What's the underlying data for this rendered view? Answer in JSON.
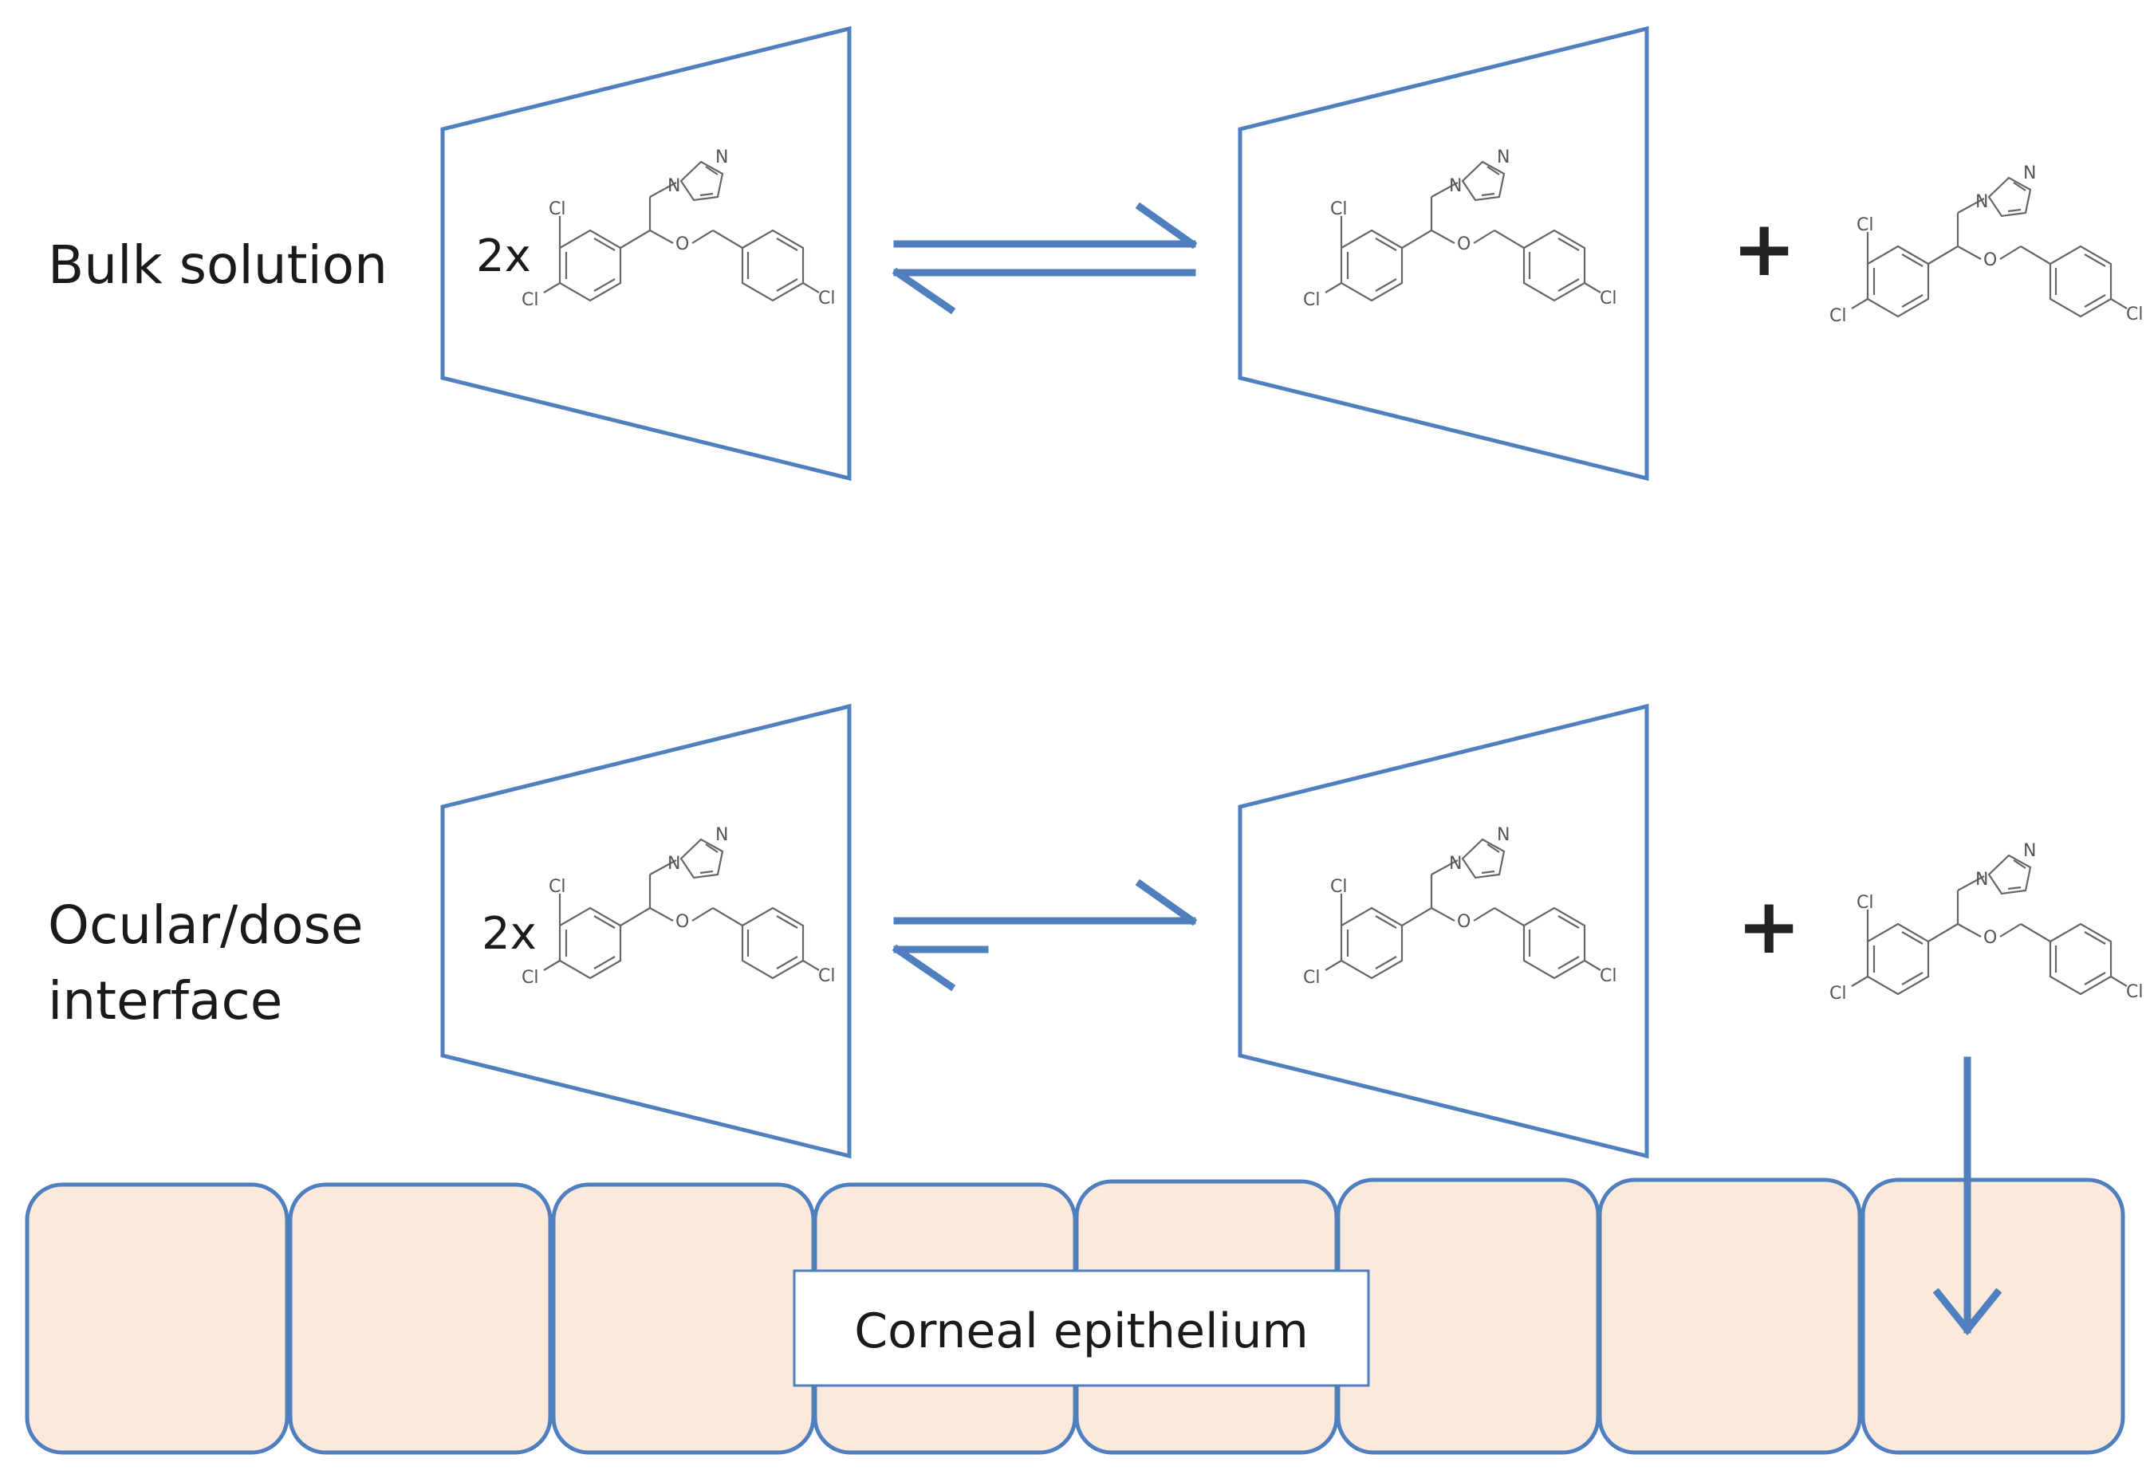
{
  "labels": {
    "bulk": "Bulk solution",
    "ocular_line1": "Ocular/dose",
    "ocular_line2": "interface",
    "coefficient": "2x",
    "plus": "+",
    "epithelium": "Corneal epithelium"
  },
  "atoms": {
    "chlorine": "Cl",
    "nitrogen": "N",
    "oxygen": "O"
  },
  "colors": {
    "accent": "#4f7fbf",
    "cell_fill": "#fbe9dc"
  }
}
